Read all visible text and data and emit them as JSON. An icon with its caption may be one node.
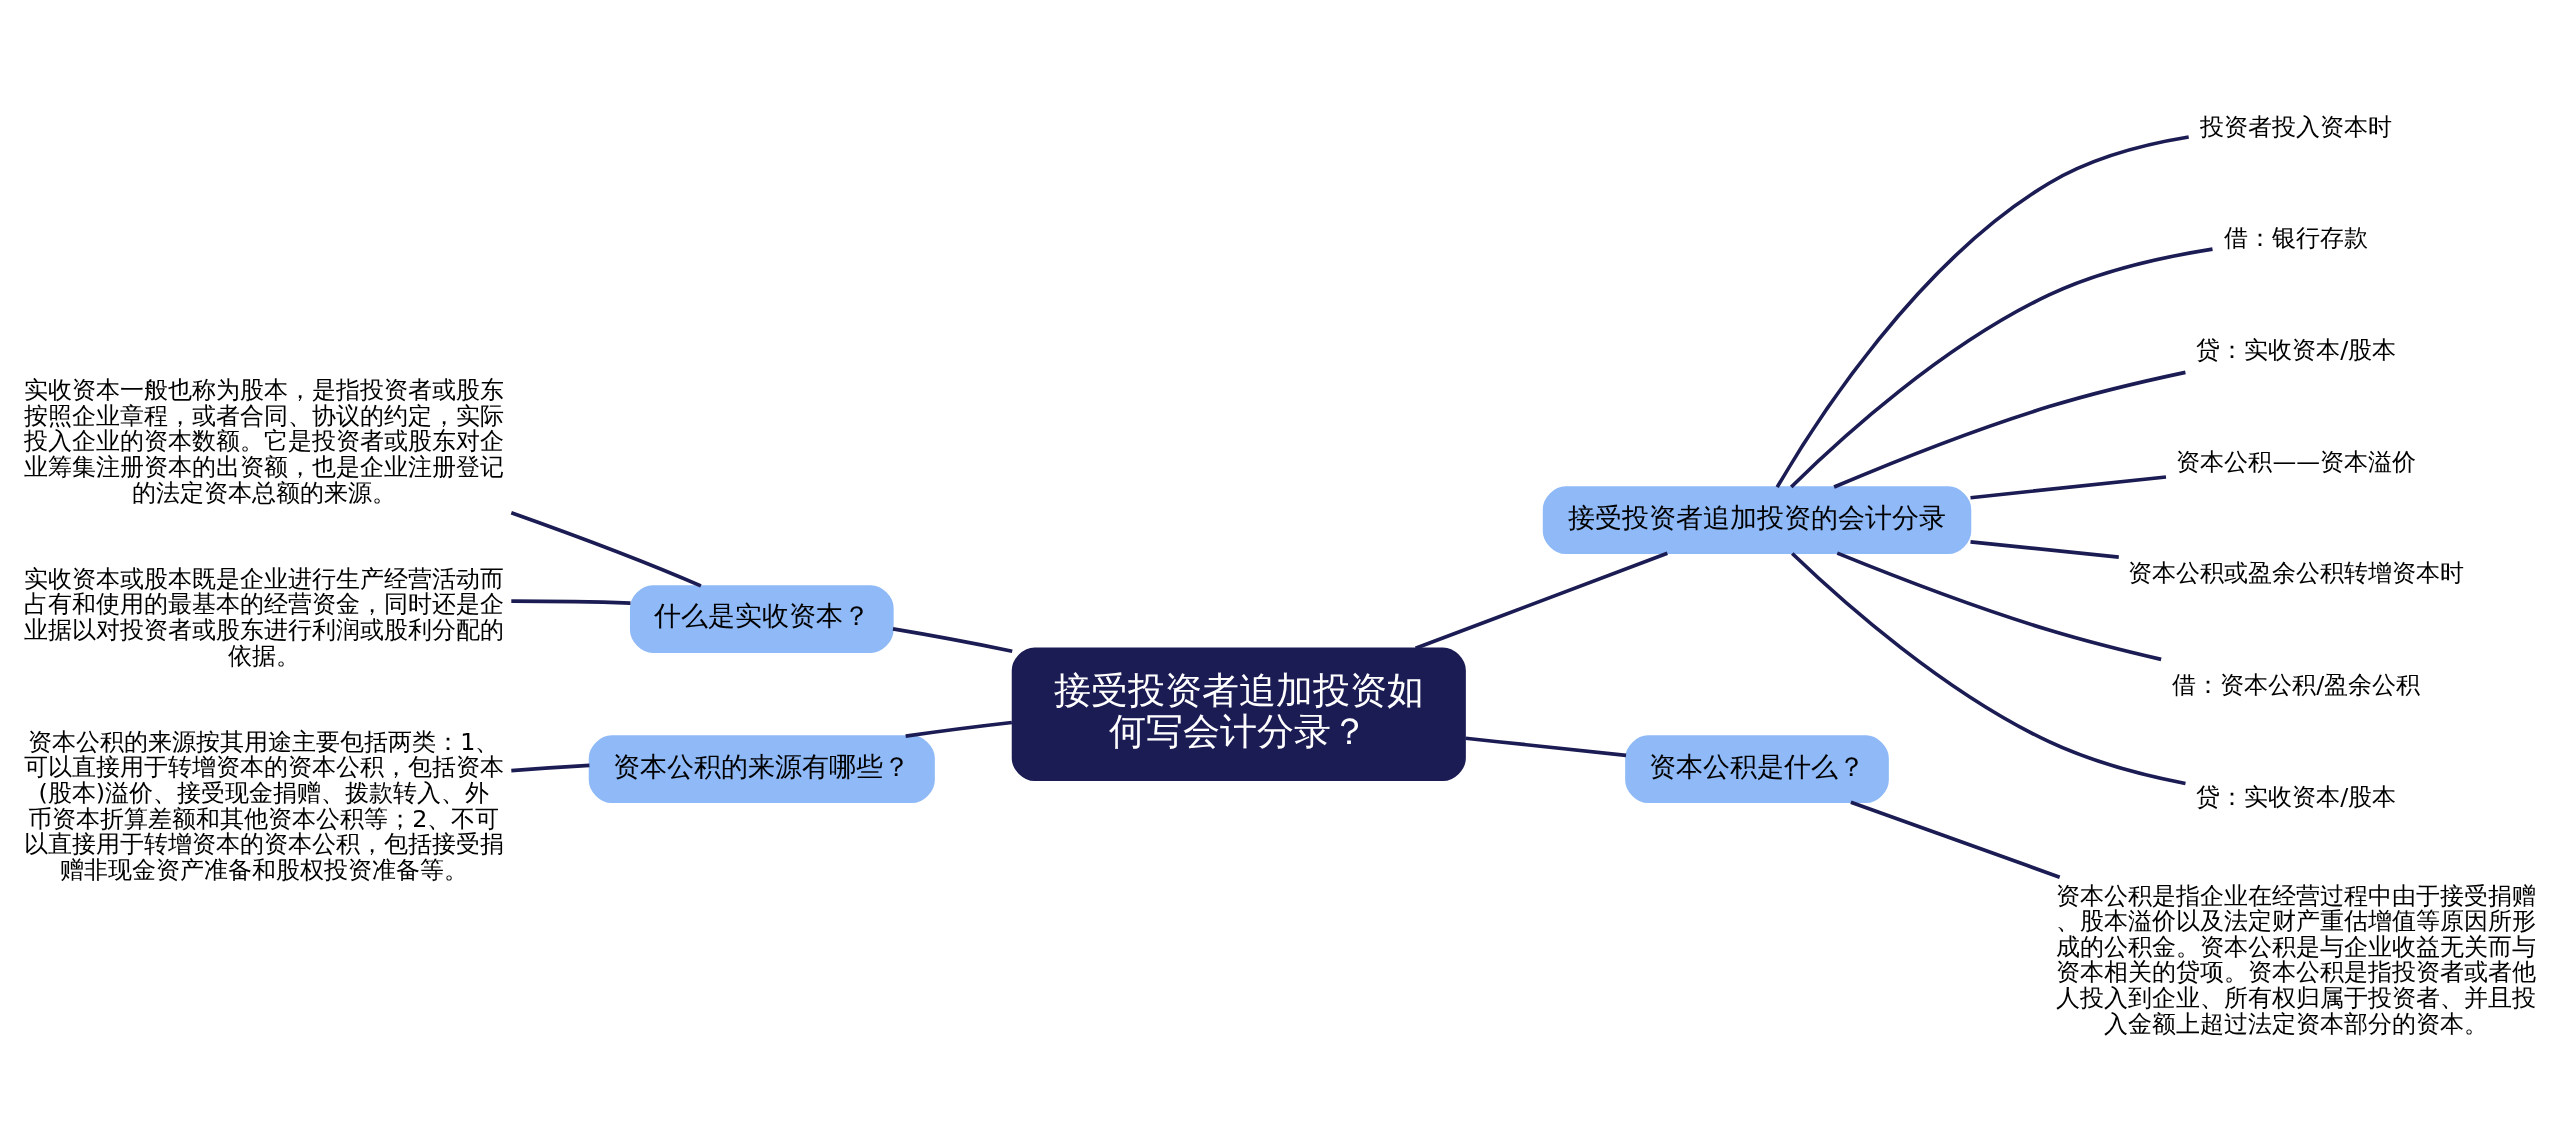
{
  "diagram": {
    "nodes": [
      {
        "text": [
          "接受投资者追加投资如何写会计分录？"
        ]
      },
      {
        "text": [
          "什么是实收资本？"
        ]
      },
      {
        "text": [
          "实收资本一般也称为股本，是指投资者或股东按照企业章程，或者合同、协议的约定，实际投入企业的资本数额。它是投资者或股东对企业筹集注册资本的出资额，也是企业注册登记的法定资本总额的来源。"
        ]
      },
      {
        "text": [
          "实收资本或股本既是企业进行生产经营活动而占有和使用的最基本的经营资金，同时还是企业据以对投资者或股东进行利润或股利分配的依据。"
        ]
      },
      {
        "text": [
          "资本公积的来源有哪些？"
        ]
      },
      {
        "text": [
          "资本公积的来源按其用途主要包括两类：1、可以直接用于转增资本的资本公积，包括资本(股本)溢价、接受现金捐赠、拨款转入、外币资本折算差额和其他资本公积等；2、不可以直接用于转增资本的资本公积，包括接受捐赠非现金资产准备和股权投资准备等。"
        ]
      },
      {
        "text": [
          "接受投资者追加投资的会计分录"
        ]
      },
      {
        "text": [
          "投资者投入资本时"
        ]
      },
      {
        "text": [
          "借：银行存款"
        ]
      },
      {
        "text": [
          "贷：实收资本/股本"
        ]
      },
      {
        "text": [
          "资本公积——资本溢价"
        ]
      },
      {
        "text": [
          "资本公积或盈余公积转增资本时"
        ]
      },
      {
        "text": [
          "借：资本公积/盈余公积"
        ]
      },
      {
        "text": [
          "贷：实收资本/股本"
        ]
      },
      {
        "text": [
          "资本公积是什么？"
        ]
      },
      {
        "text": [
          "资本公积是指企业在经营过程中由于接受捐赠、股本溢价以及法定财产重估增值等原因所形成的公积金。资本公积是与企业收益无关而与资本相关的贷项。资本公积是指投资者或者他人投入到企业、所有权归属于投资者、并且投入金额上超过法定资本部分的资本。"
        ]
      }
    ],
    "edges": [
      {
        "from": 0,
        "to": 1,
        "arrow": "none"
      },
      {
        "from": 1,
        "to": 2,
        "arrow": "none"
      },
      {
        "from": 1,
        "to": 3,
        "arrow": "none"
      },
      {
        "from": 0,
        "to": 4,
        "arrow": "none"
      },
      {
        "from": 4,
        "to": 5,
        "arrow": "none"
      },
      {
        "from": 0,
        "to": 6,
        "arrow": "none"
      },
      {
        "from": 6,
        "to": 7,
        "arrow": "none"
      },
      {
        "from": 6,
        "to": 8,
        "arrow": "none"
      },
      {
        "from": 6,
        "to": 9,
        "arrow": "none"
      },
      {
        "from": 6,
        "to": 10,
        "arrow": "none"
      },
      {
        "from": 6,
        "to": 11,
        "arrow": "none"
      },
      {
        "from": 6,
        "to": 12,
        "arrow": "none"
      },
      {
        "from": 6,
        "to": 13,
        "arrow": "none"
      },
      {
        "from": 0,
        "to": 14,
        "arrow": "none"
      },
      {
        "from": 14,
        "to": 15,
        "arrow": "none"
      }
    ]
  }
}
